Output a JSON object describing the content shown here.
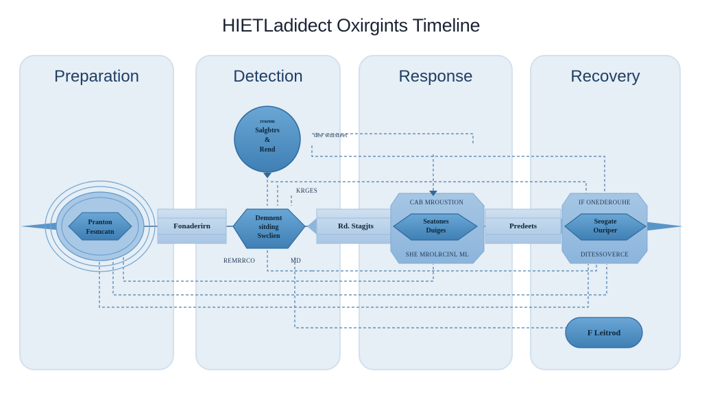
{
  "title": "HIETLadidect Oxirgints Timeline",
  "colors": {
    "lane_bg": "#e6eef6",
    "node_fill": "#4e8fc2",
    "connector": "#b9d2ea",
    "line": "#3d6f9a",
    "text": "#1f3f63"
  },
  "lanes": [
    {
      "label": "Preparation"
    },
    {
      "label": "Detection"
    },
    {
      "label": "Response"
    },
    {
      "label": "Recovery"
    }
  ],
  "nodes": {
    "preparation": {
      "line1": "Pranton",
      "line2": "Fesmcatn"
    },
    "connector1": {
      "label": "Fonaderirn"
    },
    "detection_circle": {
      "line1": "rrorem",
      "line2": "Salgbtrs",
      "line3": "&",
      "line4": "Rend"
    },
    "detection_main": {
      "line1": "Demnent",
      "line2": "sitding",
      "line3": "Swclien"
    },
    "connector2": {
      "label": "Rd. Stagjts"
    },
    "response_main": {
      "top": "CAB MROUSTION",
      "line1": "Seatones",
      "line2": "Duiges",
      "bottom": "SHE MROLRCINL ML"
    },
    "connector3": {
      "label": "Predeets"
    },
    "recovery_main": {
      "top": "IF ONEDEROUHE",
      "line1": "Seogate",
      "line2": "Ouriper",
      "bottom": "DITESSOVERCE"
    },
    "recovery_pill": {
      "label": "F Leitrod"
    }
  },
  "annotations": {
    "a1": "dee wnrsteet",
    "a2": "KRGES",
    "a3": "REMRRCO",
    "a4": "MD"
  }
}
